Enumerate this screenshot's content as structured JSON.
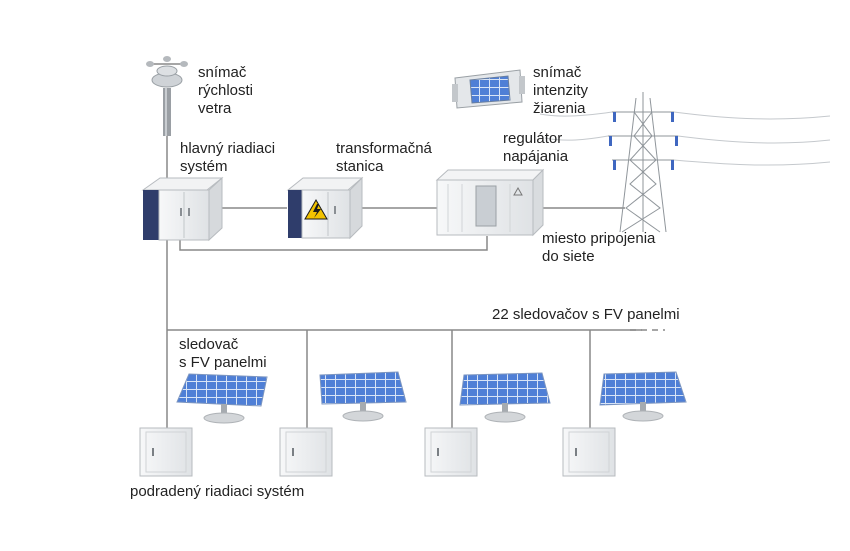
{
  "labels": {
    "wind_sensor": "snímač\nrýchlosti\nvetra",
    "irradiance_sensor": "snímač\nintenzity\nžiarenia",
    "main_control": "hlavný riadiaci\nsystém",
    "transformer": "transformačná\nstanica",
    "power_regulator": "regulátor\nnapájania",
    "grid_connection": "miesto pripojenia\ndo siete",
    "trackers_count": "22 sledovačov s FV panelmi",
    "tracker": "sledovač\ns FV panelmi",
    "sub_control": "podradený riadiaci systém"
  },
  "colors": {
    "line": "#888888",
    "cabinet": "#eceeef",
    "cabinet_blue": "#2f3d6b",
    "panel_blue": "#4f7fd6",
    "warning": "#f2c200",
    "text": "#222222"
  },
  "icons": [
    "anemometer-icon",
    "irradiance-sensor-icon",
    "main-cabinet-icon",
    "transformer-cabinet-icon",
    "warning-icon",
    "regulator-container-icon",
    "power-pylon-icon",
    "solar-tracker-icon",
    "sub-cabinet-icon"
  ]
}
